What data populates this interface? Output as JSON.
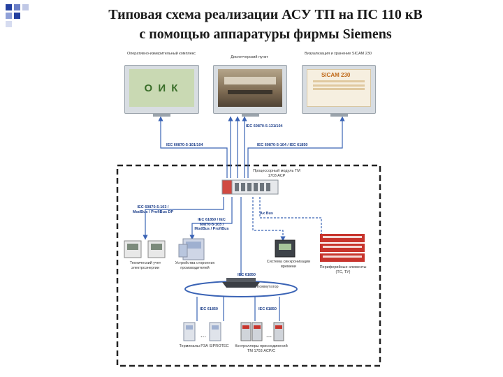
{
  "title": {
    "line1": "Типовая схема реализации АСУ ТП на ПС 110 кВ",
    "line2": "с помощью аппаратуры фирмы Siemens"
  },
  "monitors": {
    "oik_caption": "Оперативно-измерительный комплекс",
    "oik_screen_text": "О И К",
    "dispatch_caption": "Диспетчерский пункт",
    "sicam_caption": "Визуализация и хранение SICAM 230",
    "sicam_screen_text": "SICAM 230"
  },
  "links": {
    "iec_131_104": "IEC 60870-5-131/104",
    "iec_101_104": "IEC 60870-5-101/104",
    "iec_104_61850": "IEC 60870-5-104 / IEC 61850",
    "iec_103_modbus": "IEC 60870-5-103 / ModBus / ProfiBus DP",
    "iec_61850_mid": "IEC 61850 / IEC 60870-5-103 / ModBus / ProfiBus",
    "ax_bus": "Ax Bus",
    "iec_61850_switch": "IEC 61850",
    "iec_61850_left": "IEC 61850",
    "iec_61850_right": "IEC 61850"
  },
  "nodes": {
    "processor_module": "Процессорный модуль TM 1703 ACP",
    "meters": "Технический учет электроэнергии",
    "third_party": "Устройства сторонних производителей",
    "sync": "Система синхронизации времени",
    "peripheral": "Периферийные элементы (ТС, ТУ)",
    "switch": "Коммутатор",
    "siprotec": "Терминалы РЗА SIPROTEC",
    "controllers": "Контроллеры присоединений ТМ 1703 ACP/C",
    "dots": "..."
  },
  "colors": {
    "accent_blue": "#3a63b5",
    "bullet_blue": "#2440a0",
    "frame": "#222222",
    "oik_screen": "#c9d9b3",
    "oik_text": "#3a6e2a",
    "peripheral_red": "#c8342c"
  }
}
